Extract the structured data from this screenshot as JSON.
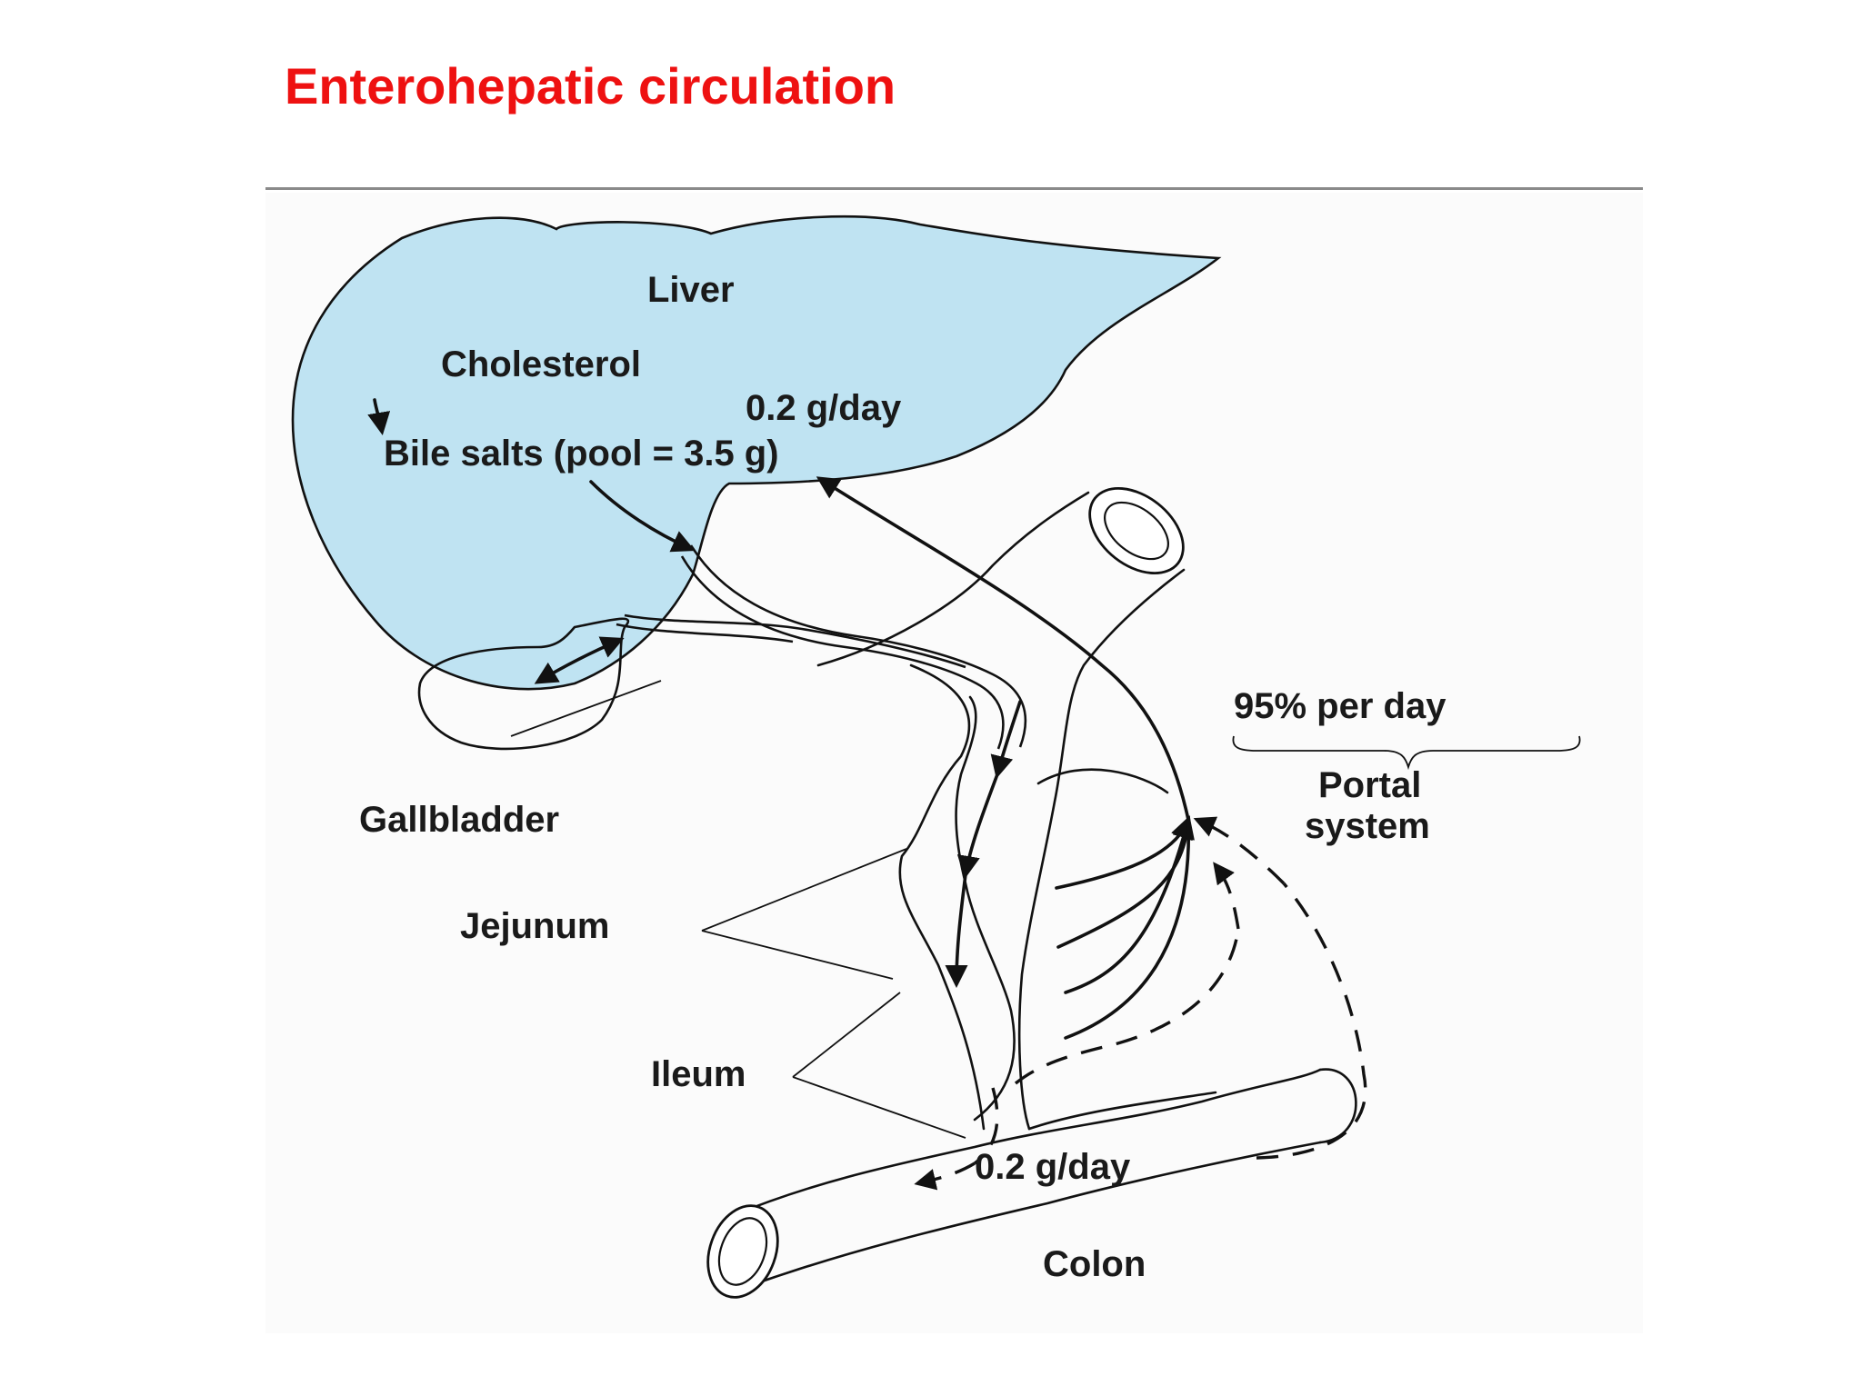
{
  "title": "Enterohepatic circulation",
  "colors": {
    "title": "#ee1111",
    "liver_fill": "#bfe3f2",
    "outline": "#111111",
    "rule": "#8a8a8a"
  },
  "labels": {
    "liver": "Liver",
    "cholesterol": "Cholesterol",
    "synthesis_rate": "0.2 g/day",
    "bile_salts": "Bile salts (pool = 3.5 g)",
    "gallbladder": "Gallbladder",
    "jejunum": "Jejunum",
    "ileum": "Ileum",
    "reabsorption": "95% per day",
    "portal": "Portal",
    "system": "system",
    "fecal_loss": "0.2 g/day",
    "colon": "Colon"
  }
}
